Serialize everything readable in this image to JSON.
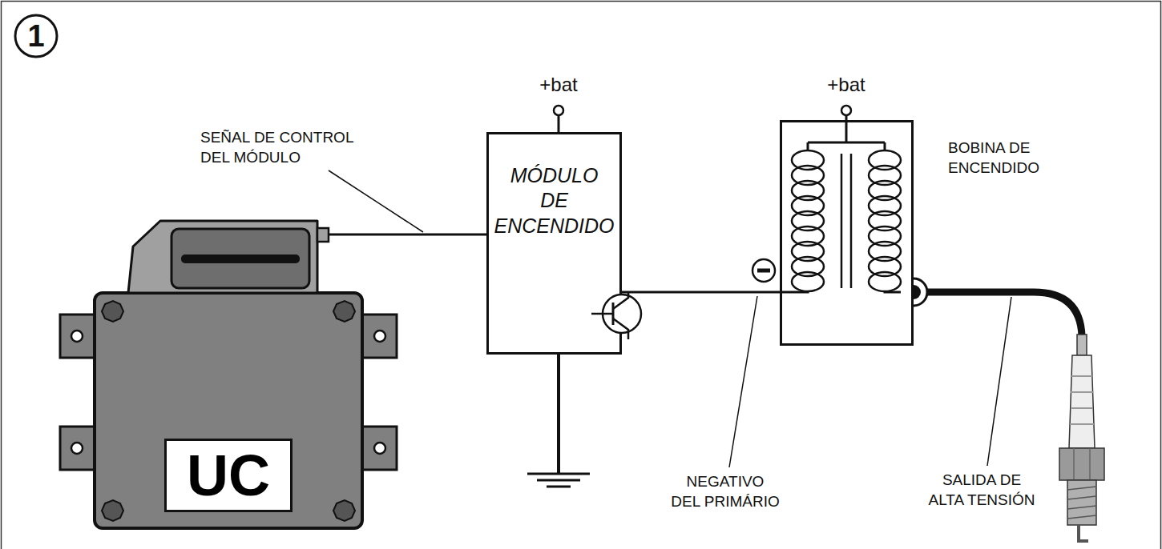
{
  "diagram": {
    "nodes": [
      {
        "text": [
          "UC"
        ]
      },
      {
        "text": [
          "MÓDULO DE ENCENDIDO"
        ]
      },
      {
        "text": [
          "BOBINA DE ENCENDIDO"
        ]
      }
    ],
    "edges": [
      {
        "from": 0,
        "to": 1,
        "arrow": "none"
      },
      {
        "from": 1,
        "to": 2,
        "arrow": "none"
      }
    ],
    "labels": [
      "1",
      "+bat",
      "+bat",
      "SEÑAL DE CONTROL DEL MÓDULO",
      "NEGATIVO DEL PRIMÁRIO",
      "SALIDA DE ALTA TENSIÓN"
    ]
  }
}
